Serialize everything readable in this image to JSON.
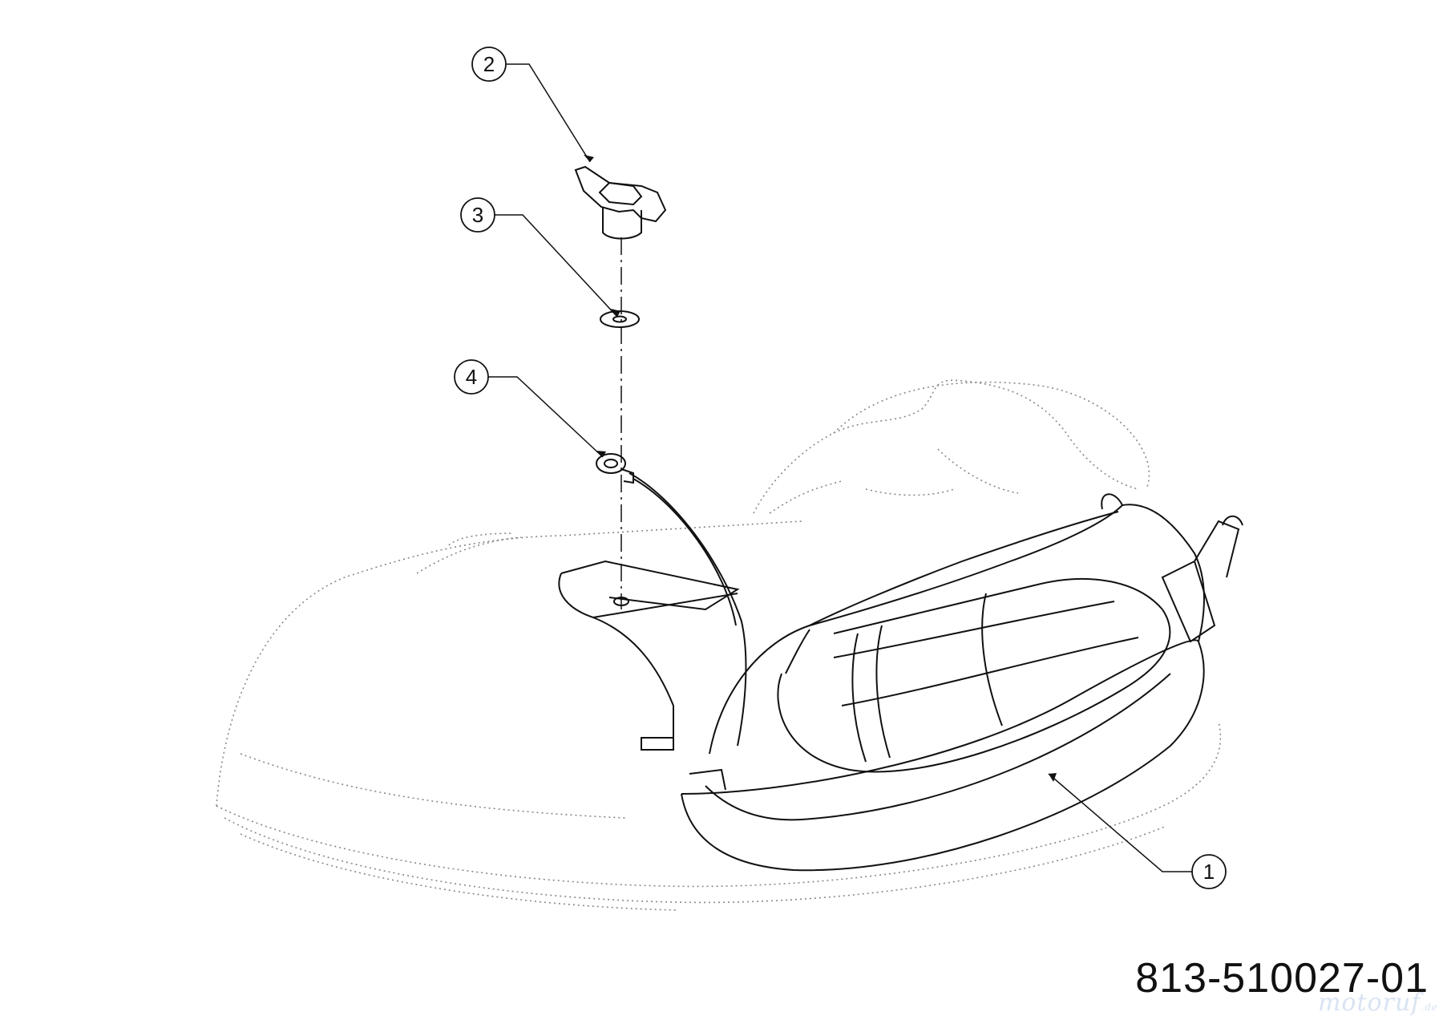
{
  "callouts": [
    {
      "id": "1"
    },
    {
      "id": "2"
    },
    {
      "id": "3"
    },
    {
      "id": "4"
    }
  ],
  "part_number": "813-510027-01",
  "watermark": {
    "brand": "motoruf",
    "suffix": ".de",
    "color": "#d9e3f2"
  },
  "colors": {
    "line": "#111111",
    "ghost": "#888888"
  }
}
